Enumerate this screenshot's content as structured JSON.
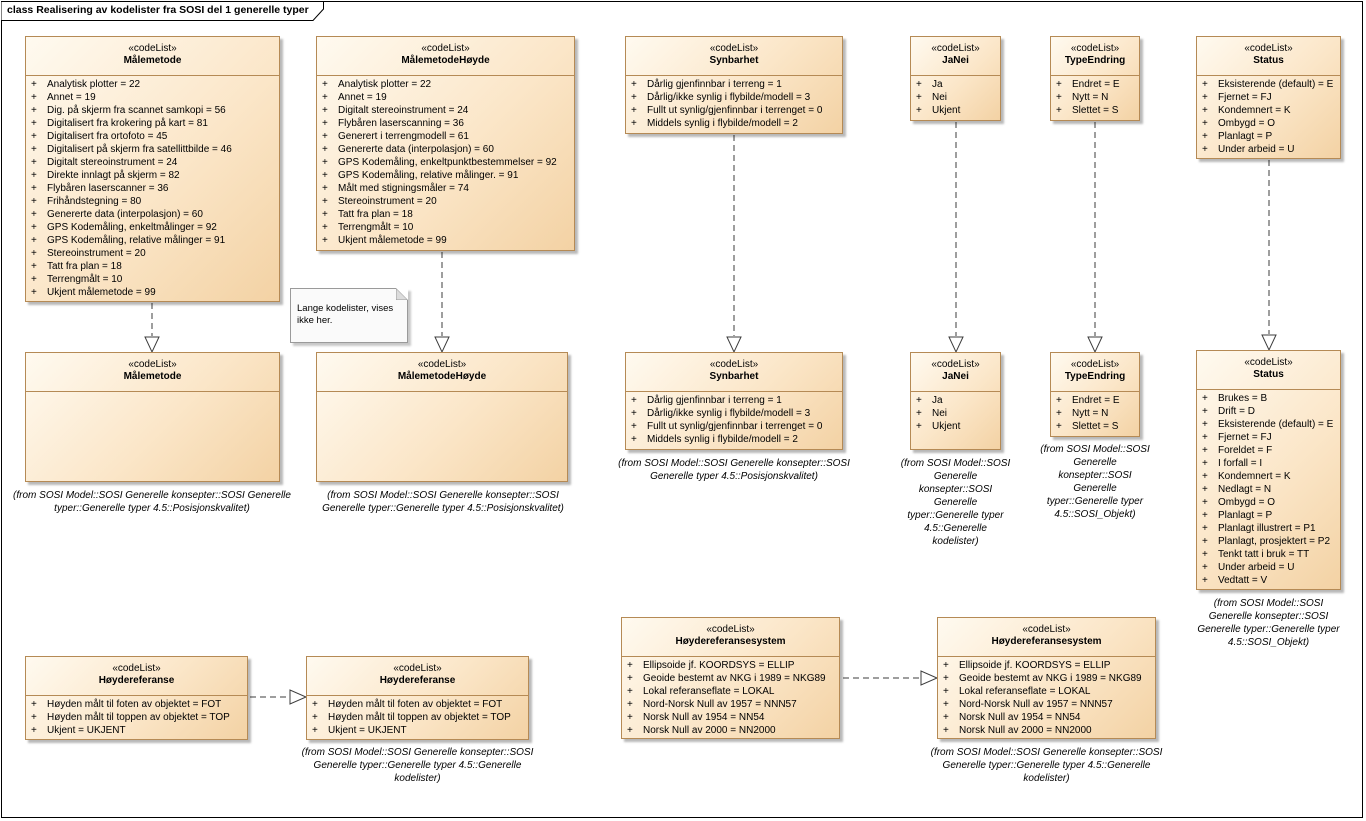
{
  "diagram": {
    "title": "class Realisering av kodelister fra SOSI del 1 generelle typer"
  },
  "stereotype": "«codeList»",
  "visibility": "+",
  "classes": {
    "malemetode_top": {
      "name": "Målemetode",
      "attributes": [
        "Analytisk plotter = 22",
        "Annet = 19",
        "Dig. på skjerm fra scannet samkopi = 56",
        "Digitalisert fra krokering på kart = 81",
        "Digitalisert fra ortofoto = 45",
        "Digitalisert på skjerm fra satellittbilde = 46",
        "Digitalt stereoinstrument = 24",
        "Direkte innlagt på skjerm = 82",
        "Flybåren laserscanner = 36",
        "Frihåndstegning = 80",
        "Genererte data (interpolasjon) = 60",
        "GPS Kodemåling, enkeltmålinger = 92",
        "GPS Kodemåling, relative målinger = 91",
        "Stereoinstrument = 20",
        "Tatt fra plan = 18",
        "Terrengmålt = 10",
        "Ukjent målemetode = 99"
      ]
    },
    "malemetodehoyde_top": {
      "name": "MålemetodeHøyde",
      "attributes": [
        "Analytisk plotter = 22",
        "Annet = 19",
        "Digitalt stereoinstrument = 24",
        "Flybåren laserscanning = 36",
        "Generert i terrengmodell = 61",
        "Genererte data (interpolasjon) = 60",
        "GPS Kodemåling, enkeltpunktbestemmelser = 92",
        "GPS Kodemåling, relative målinger. = 91",
        "Målt med stigningsmåler = 74",
        "Stereoinstrument = 20",
        "Tatt fra plan = 18",
        "Terrengmålt = 10",
        "Ukjent målemetode = 99"
      ]
    },
    "synbarhet_top": {
      "name": "Synbarhet",
      "attributes": [
        "Dårlig gjenfinnbar i terreng = 1",
        "Dårlig/ikke synlig i flybilde/modell = 3",
        "Fullt ut synlig/gjenfinnbar i terrenget = 0",
        "Middels synlig i flybilde/modell = 2"
      ]
    },
    "janei_top": {
      "name": "JaNei",
      "attributes": [
        "Ja",
        "Nei",
        "Ukjent"
      ]
    },
    "typeendring_top": {
      "name": "TypeEndring",
      "attributes": [
        "Endret = E",
        "Nytt = N",
        "Slettet = S"
      ]
    },
    "status_top": {
      "name": "Status",
      "attributes": [
        "Eksisterende (default) = E",
        "Fjernet = FJ",
        "Kondemnert = K",
        "Ombygd = O",
        "Planlagt = P",
        "Under arbeid = U"
      ]
    },
    "malemetode_ref": {
      "name": "Målemetode",
      "attributes": [],
      "caption": "(from SOSI Model::SOSI Generelle konsepter::SOSI Generelle typer::Generelle typer 4.5::Posisjonskvalitet)"
    },
    "malemetodehoyde_ref": {
      "name": "MålemetodeHøyde",
      "attributes": [],
      "caption": "(from SOSI Model::SOSI Generelle konsepter::SOSI Generelle typer::Generelle typer 4.5::Posisjonskvalitet)"
    },
    "synbarhet_ref": {
      "name": "Synbarhet",
      "attributes": [
        "Dårlig gjenfinnbar i terreng = 1",
        "Dårlig/ikke synlig i flybilde/modell = 3",
        "Fullt ut synlig/gjenfinnbar i terrenget = 0",
        "Middels synlig i flybilde/modell = 2"
      ],
      "caption": "(from SOSI Model::SOSI Generelle konsepter::SOSI Generelle typer 4.5::Posisjonskvalitet)"
    },
    "janei_ref": {
      "name": "JaNei",
      "attributes": [
        "Ja",
        "Nei",
        "Ukjent"
      ],
      "caption": "(from SOSI Model::SOSI Generelle konsepter::SOSI Generelle typer::Generelle typer 4.5::Generelle kodelister)"
    },
    "typeendring_ref": {
      "name": "TypeEndring",
      "attributes": [
        "Endret = E",
        "Nytt = N",
        "Slettet = S"
      ],
      "caption": "(from SOSI Model::SOSI Generelle konsepter::SOSI Generelle typer::Generelle typer 4.5::SOSI_Objekt)"
    },
    "status_ref": {
      "name": "Status",
      "attributes": [
        "Brukes = B",
        "Drift = D",
        "Eksisterende (default) = E",
        "Fjernet = FJ",
        "Foreldet = F",
        "I forfall = I",
        "Kondemnert = K",
        "Nedlagt = N",
        "Ombygd = O",
        "Planlagt = P",
        "Planlagt illustrert = P1",
        "Planlagt, prosjektert = P2",
        "Tenkt tatt i bruk = TT",
        "Under arbeid = U",
        "Vedtatt = V"
      ],
      "caption": "(from SOSI Model::SOSI Generelle konsepter::SOSI Generelle typer::Generelle typer 4.5::SOSI_Objekt)"
    },
    "hoydereferanse_top": {
      "name": "Høydereferanse",
      "attributes": [
        "Høyden målt til foten av objektet = FOT",
        "Høyden målt til toppen av objektet = TOP",
        "Ukjent = UKJENT"
      ]
    },
    "hoydereferanse_ref": {
      "name": "Høydereferanse",
      "attributes": [
        "Høyden målt til foten av objektet = FOT",
        "Høyden målt til toppen av objektet = TOP",
        "Ukjent = UKJENT"
      ],
      "caption": "(from SOSI Model::SOSI Generelle konsepter::SOSI Generelle typer::Generelle typer 4.5::Generelle kodelister)"
    },
    "hoydereferansesystem_top": {
      "name": "Høydereferansesystem",
      "attributes": [
        "Ellipsoide jf. KOORDSYS = ELLIP",
        "Geoide bestemt av NKG i 1989 = NKG89",
        "Lokal referanseflate = LOKAL",
        "Nord-Norsk Null av 1957 = NNN57",
        "Norsk Null av 1954 = NN54",
        "Norsk Null av 2000 = NN2000"
      ]
    },
    "hoydereferansesystem_ref": {
      "name": "Høydereferansesystem",
      "attributes": [
        "Ellipsoide jf. KOORDSYS = ELLIP",
        "Geoide bestemt av NKG i 1989 = NKG89",
        "Lokal referanseflate = LOKAL",
        "Nord-Norsk Null av 1957 = NNN57",
        "Norsk Null av 1954 = NN54",
        "Norsk Null av 2000 = NN2000"
      ],
      "caption": "(from SOSI Model::SOSI Generelle konsepter::SOSI Generelle typer::Generelle typer 4.5::Generelle kodelister)"
    }
  },
  "note": {
    "text": "Lange kodelister, vises ikke her."
  },
  "colors": {
    "class_fill": "#fbe6c8",
    "class_border": "#b58a55",
    "line": "#3c3c3c"
  }
}
